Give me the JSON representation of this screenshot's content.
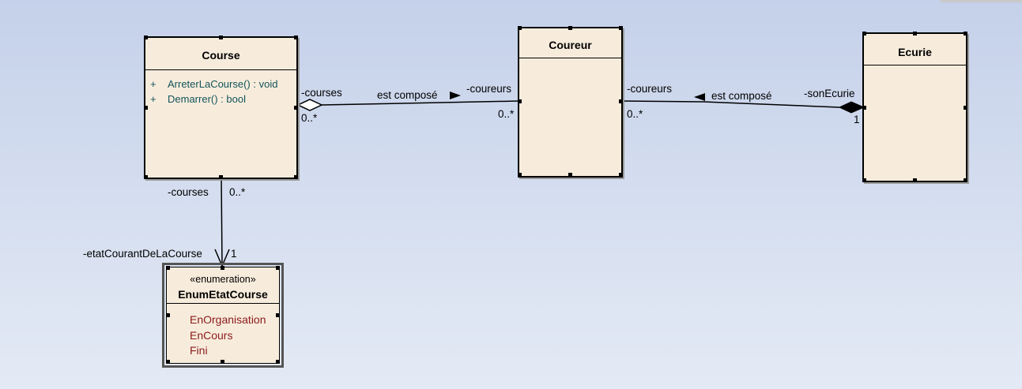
{
  "classes": {
    "course": {
      "name": "Course",
      "operations": [
        {
          "visibility": "+",
          "text": "ArreterLaCourse() : void"
        },
        {
          "visibility": "+",
          "text": "Demarrer() : bool"
        }
      ]
    },
    "coureur": {
      "name": "Coureur"
    },
    "ecurie": {
      "name": "Ecurie"
    }
  },
  "enumeration": {
    "stereotype": "«enumeration»",
    "name": "EnumEtatCourse",
    "literals": [
      "EnOrganisation",
      "EnCours",
      "Fini"
    ]
  },
  "associations": {
    "course_coureur": {
      "name": "est composé",
      "source_role": "-courses",
      "source_multiplicity": "0..*",
      "target_role": "-coureurs",
      "target_multiplicity": "0..*"
    },
    "ecurie_coureur": {
      "name": "est composé",
      "source_role": "-coureurs",
      "source_multiplicity": "0..*",
      "target_role": "-sonEcurie",
      "target_multiplicity": "1"
    },
    "course_enum": {
      "source_role": "-courses",
      "source_multiplicity": "0..*",
      "target_role": "-etatCourantDeLaCourse",
      "target_multiplicity": "1"
    }
  },
  "colors": {
    "class_fill": "#f7ecdc",
    "operation_text": "#13545a",
    "literal_text": "#8b1a1a",
    "background": "#c5d1ea"
  }
}
